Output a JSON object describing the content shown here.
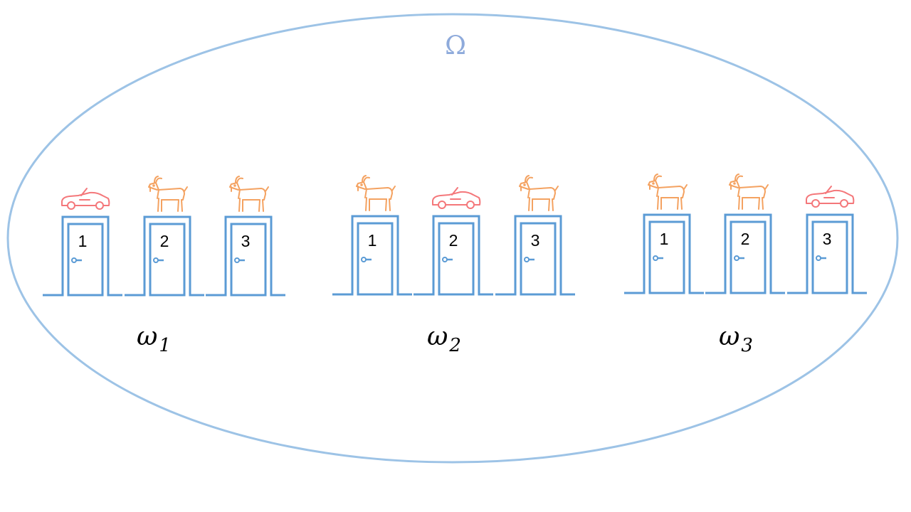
{
  "sample_space_label": "Ω",
  "colors": {
    "ellipse": "#9dc3e6",
    "door": "#5b9bd5",
    "car": "#f4777a",
    "goat": "#f4a261"
  },
  "outcomes": [
    {
      "label": "ω",
      "subscript": "1",
      "doors": [
        {
          "number": "1",
          "prize": "car"
        },
        {
          "number": "2",
          "prize": "goat"
        },
        {
          "number": "3",
          "prize": "goat"
        }
      ]
    },
    {
      "label": "ω",
      "subscript": "2",
      "doors": [
        {
          "number": "1",
          "prize": "goat"
        },
        {
          "number": "2",
          "prize": "car"
        },
        {
          "number": "3",
          "prize": "goat"
        }
      ]
    },
    {
      "label": "ω",
      "subscript": "3",
      "doors": [
        {
          "number": "1",
          "prize": "goat"
        },
        {
          "number": "2",
          "prize": "goat"
        },
        {
          "number": "3",
          "prize": "car"
        }
      ]
    }
  ]
}
